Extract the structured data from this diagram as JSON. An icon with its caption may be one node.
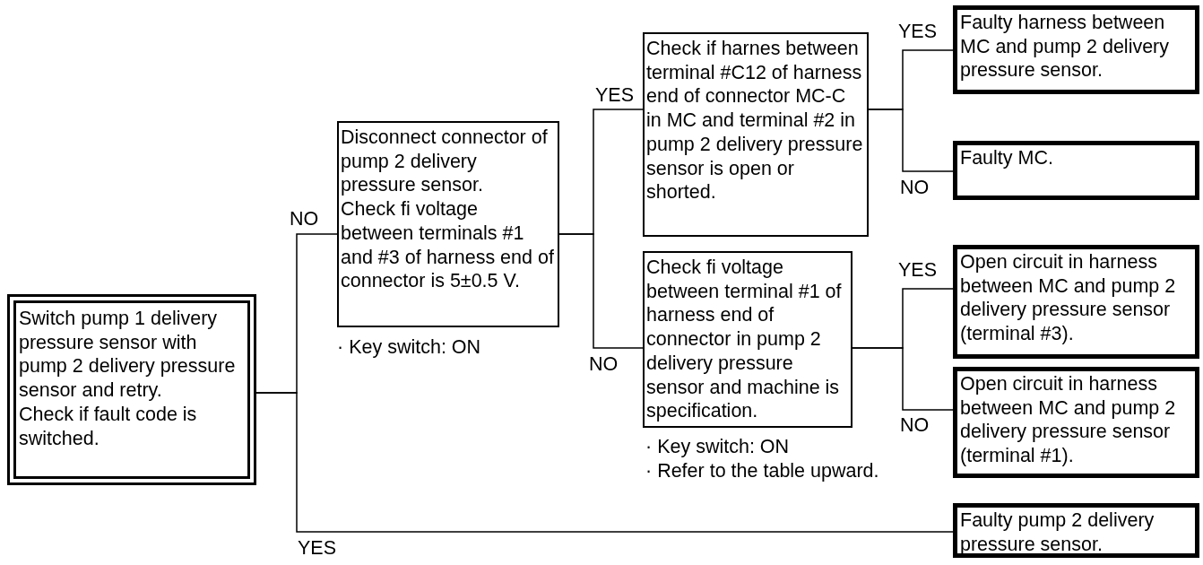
{
  "diagram": {
    "nodes": [
      {
        "text": [
          "Switch pump 1 delivery pressure sensor with pump 2 delivery pressure sensor and retry.",
          "Check if fault code is switched."
        ]
      },
      {
        "text": [
          "Disconnect connector of pump 2 delivery pressure sensor.",
          "Check fi voltage between terminals #1 and #3 of harness end of connector is 5±0.5 V."
        ],
        "beside": [
          "· Key switch: ON"
        ]
      },
      {
        "text": [
          "Check if harnes between terminal #C12 of harness end of connector MC-C in MC and terminal #2 in pump 2 delivery pressure sensor is open or shorted."
        ]
      },
      {
        "text": [
          "Check fi voltage between terminal #1 of harness end of connector in pump 2 delivery pressure sensor and machine is specification."
        ],
        "beside": [
          "· Key switch: ON",
          "· Refer to the table upward."
        ]
      },
      {
        "text": [
          "Faulty harness between MC and pump 2 delivery pressure sensor."
        ]
      },
      {
        "text": [
          "Faulty MC."
        ]
      },
      {
        "text": [
          "Open circuit in harness between MC and pump 2 delivery pressure sensor (terminal #3)."
        ]
      },
      {
        "text": [
          "Open circuit in harness between MC and pump 2 delivery pressure sensor (terminal #1)."
        ]
      },
      {
        "text": [
          "Faulty pump 2 delivery pressure sensor."
        ]
      }
    ],
    "edges": [
      {
        "from": 0,
        "to": 1,
        "arrow": "none",
        "label": "NO"
      },
      {
        "from": 0,
        "to": 8,
        "arrow": "none",
        "label": "YES"
      },
      {
        "from": 1,
        "to": 2,
        "arrow": "none",
        "label": "YES"
      },
      {
        "from": 1,
        "to": 3,
        "arrow": "none",
        "label": "NO"
      },
      {
        "from": 2,
        "to": 4,
        "arrow": "none",
        "label": "YES"
      },
      {
        "from": 2,
        "to": 5,
        "arrow": "none",
        "label": "NO"
      },
      {
        "from": 3,
        "to": 6,
        "arrow": "none",
        "label": "YES"
      },
      {
        "from": 3,
        "to": 7,
        "arrow": "none",
        "label": "NO"
      }
    ]
  }
}
